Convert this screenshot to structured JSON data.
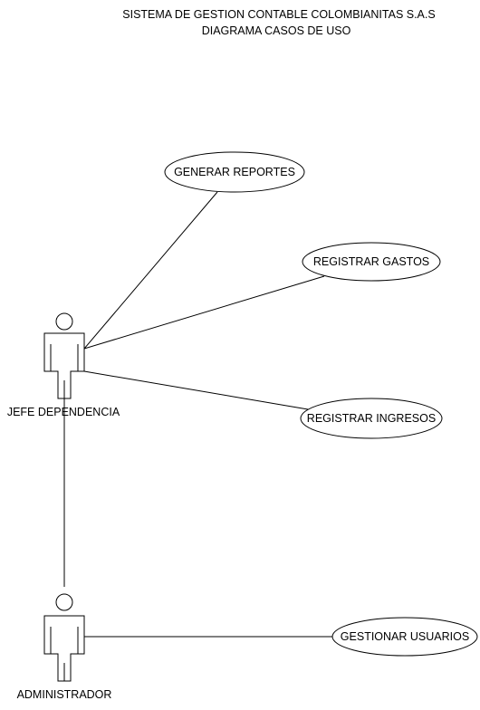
{
  "title": {
    "line1": "SISTEMA DE GESTION CONTABLE COLOMBIANITAS S.A.S",
    "line2": "DIAGRAMA CASOS DE USO"
  },
  "actors": {
    "jefe": {
      "label": "JEFE DEPENDENCIA"
    },
    "admin": {
      "label": "ADMINISTRADOR"
    }
  },
  "use_cases": {
    "generar_reportes": "GENERAR REPORTES",
    "registrar_gastos": "REGISTRAR GASTOS",
    "registrar_ingresos": "REGISTRAR INGRESOS",
    "gestionar_usuarios": "GESTIONAR USUARIOS"
  }
}
